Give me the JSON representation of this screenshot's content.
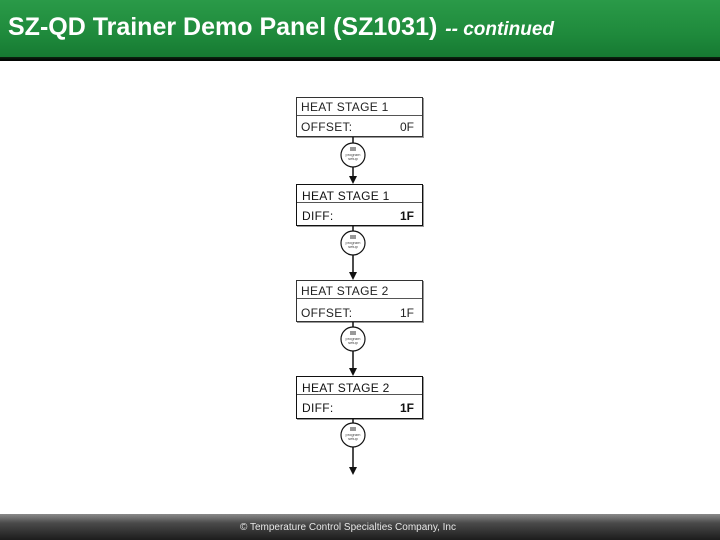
{
  "header": {
    "title": "SZ-QD Trainer Demo Panel (SZ1031)",
    "subtitle": "-- continued"
  },
  "flow": {
    "steps": [
      {
        "line1": "HEAT  STAGE  1",
        "line2": "OFFSET:",
        "value": "0F"
      },
      {
        "line1": "HEAT  STAGE  1",
        "line2": "DIFF:",
        "value": "1F"
      },
      {
        "line1": "HEAT  STAGE  2",
        "line2": "OFFSET:",
        "value": "1F"
      },
      {
        "line1": "HEAT  STAGE  2",
        "line2": "DIFF:",
        "value": "1F"
      }
    ],
    "button_label": "program setup"
  },
  "footer": {
    "copyright": "© Temperature Control Specialties Company, Inc"
  }
}
